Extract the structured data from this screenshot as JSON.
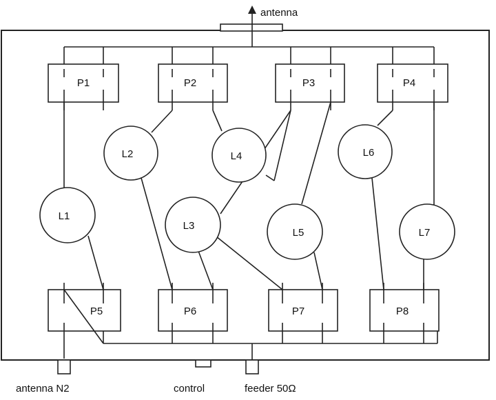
{
  "labels": {
    "antenna": "antenna",
    "antenna_n2": "antenna N2",
    "control": "control",
    "feeder": "feeder 50Ω"
  },
  "relays": [
    "P1",
    "P2",
    "P3",
    "P4",
    "P5",
    "P6",
    "P7",
    "P8"
  ],
  "inductors": [
    "L1",
    "L2",
    "L3",
    "L4",
    "L5",
    "L6",
    "L7"
  ],
  "colors": {
    "line": "#222222",
    "background": "#ffffff"
  }
}
